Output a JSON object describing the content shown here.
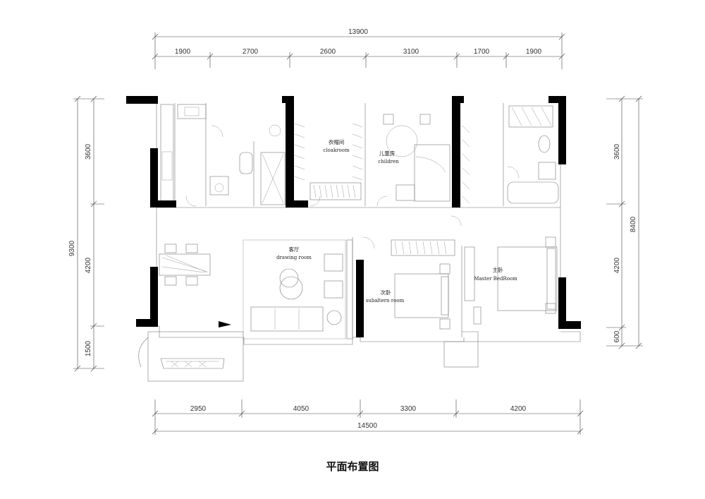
{
  "caption": "平面布置图",
  "dimensions": {
    "top_total": "13900",
    "top_segments": [
      "1900",
      "2700",
      "2600",
      "3100",
      "1700",
      "1900"
    ],
    "bottom_segments": [
      "2950",
      "4050",
      "3300",
      "4200"
    ],
    "bottom_total": "14500",
    "left_total": "9300",
    "left_segments": [
      "3600",
      "4200",
      "1500"
    ],
    "right_total": "8400",
    "right_segments": [
      "3600",
      "4200",
      "600"
    ]
  },
  "rooms": {
    "cloakroom": {
      "cn": "衣帽间",
      "en": "cloakroom"
    },
    "children": {
      "cn": "儿童房",
      "en": "children"
    },
    "drawing_room": {
      "cn": "客厅",
      "en": "drawing room"
    },
    "subaltern_room": {
      "cn": "次卧",
      "en": "subaltern room"
    },
    "master_bedroom": {
      "cn": "主卧",
      "en": "Master BedRoom"
    }
  }
}
